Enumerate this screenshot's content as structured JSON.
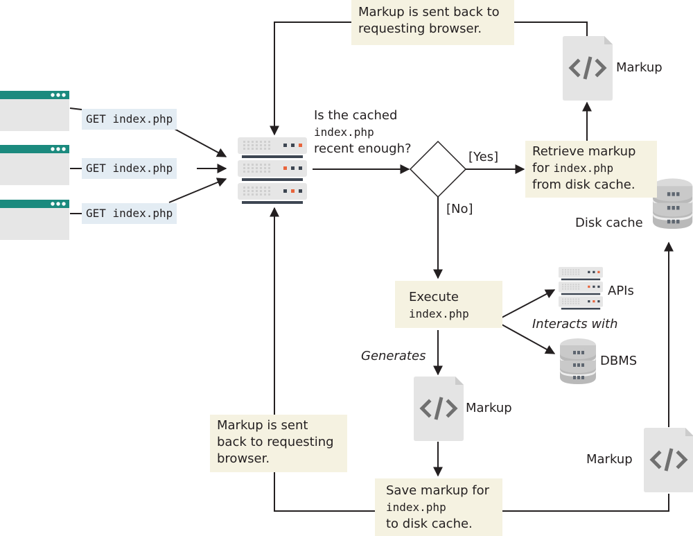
{
  "requests": [
    {
      "label": "GET index.php"
    },
    {
      "label": "GET index.php"
    },
    {
      "label": "GET index.php"
    }
  ],
  "decision": {
    "question_line1": "Is the cached",
    "question_line2": "index.php",
    "question_line3": "recent enough?",
    "yes_label": "[Yes]",
    "no_label": "[No]"
  },
  "notes": {
    "top_sent_back_line1": "Markup is sent back to",
    "top_sent_back_line2": "requesting browser.",
    "retrieve_line1": "Retrieve markup",
    "retrieve_line2_text": "for ",
    "retrieve_line2_code": "index.php",
    "retrieve_line3": "from disk cache.",
    "execute_line1": "Execute",
    "execute_line2": "index.php",
    "bottom_sent_back_line1": "Markup is sent",
    "bottom_sent_back_line2": "back to requesting",
    "bottom_sent_back_line3": "browser.",
    "save_line1": "Save  markup for",
    "save_line2": "index.php",
    "save_line3": "to disk cache."
  },
  "labels": {
    "markup_top": "Markup",
    "markup_middle": "Markup",
    "markup_bottom_right": "Markup",
    "disk_cache": "Disk cache",
    "apis": "APIs",
    "dbms": "DBMS",
    "interacts_with": "Interacts with",
    "generates": "Generates"
  },
  "icons": {
    "browser": "browser-window-icon",
    "server": "server-rack-icon",
    "database": "database-icon",
    "markup_file": "code-file-icon"
  },
  "colors": {
    "browser_bar": "#1b8a7e",
    "browser_body": "#e6e6e6",
    "note_bg": "#f5f2e1",
    "request_bg": "#e3ecf3",
    "server_light": "#e6e6e6",
    "server_dark": "#3d4652",
    "server_accent": "#e8643c",
    "file_bg": "#e4e4e4",
    "file_glyph": "#707070",
    "db_fill": "#c8c8c8",
    "line": "#231f20"
  }
}
